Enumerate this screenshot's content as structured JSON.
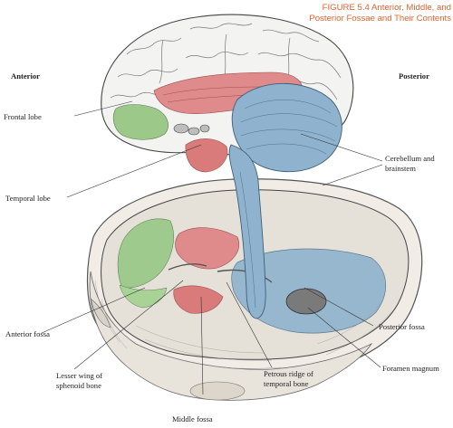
{
  "title": {
    "line1": "FIGURE 5.4  Anterior, Middle, and",
    "line2": "Posterior Fossae and Their Contents"
  },
  "orientation": {
    "left": "Anterior",
    "right": "Posterior"
  },
  "labels": {
    "frontal_lobe": "Frontal lobe",
    "temporal_lobe": "Temporal lobe",
    "cerebellum_line1": "Cerebellum and",
    "cerebellum_line2": "brainstem",
    "posterior_fossa": "Posterior fossa",
    "foramen_magnum": "Foramen magnum",
    "anterior_fossa": "Anterior fossa",
    "lesser_wing_line1": "Lesser wing of",
    "lesser_wing_line2": "sphenoid bone",
    "middle_fossa": "Middle fossa",
    "petrous_line1": "Petrous ridge of",
    "petrous_line2": "temporal bone"
  },
  "colors": {
    "title": "#e0632e",
    "anterior_region": "#9cc98a",
    "middle_region": "#e08b8b",
    "posterior_region": "#8fb3cf"
  }
}
